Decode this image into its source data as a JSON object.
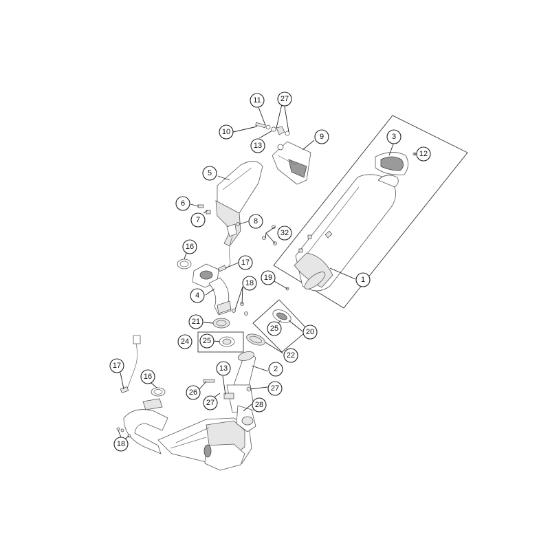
{
  "diagram": {
    "callouts": [
      "1",
      "2",
      "3",
      "4",
      "5",
      "6",
      "7",
      "8",
      "9",
      "10",
      "11",
      "12",
      "13",
      "13",
      "16",
      "16",
      "17",
      "17",
      "18",
      "18",
      "19",
      "20",
      "21",
      "22",
      "24",
      "25",
      "25",
      "26",
      "27",
      "27",
      "27",
      "28",
      "32"
    ]
  }
}
